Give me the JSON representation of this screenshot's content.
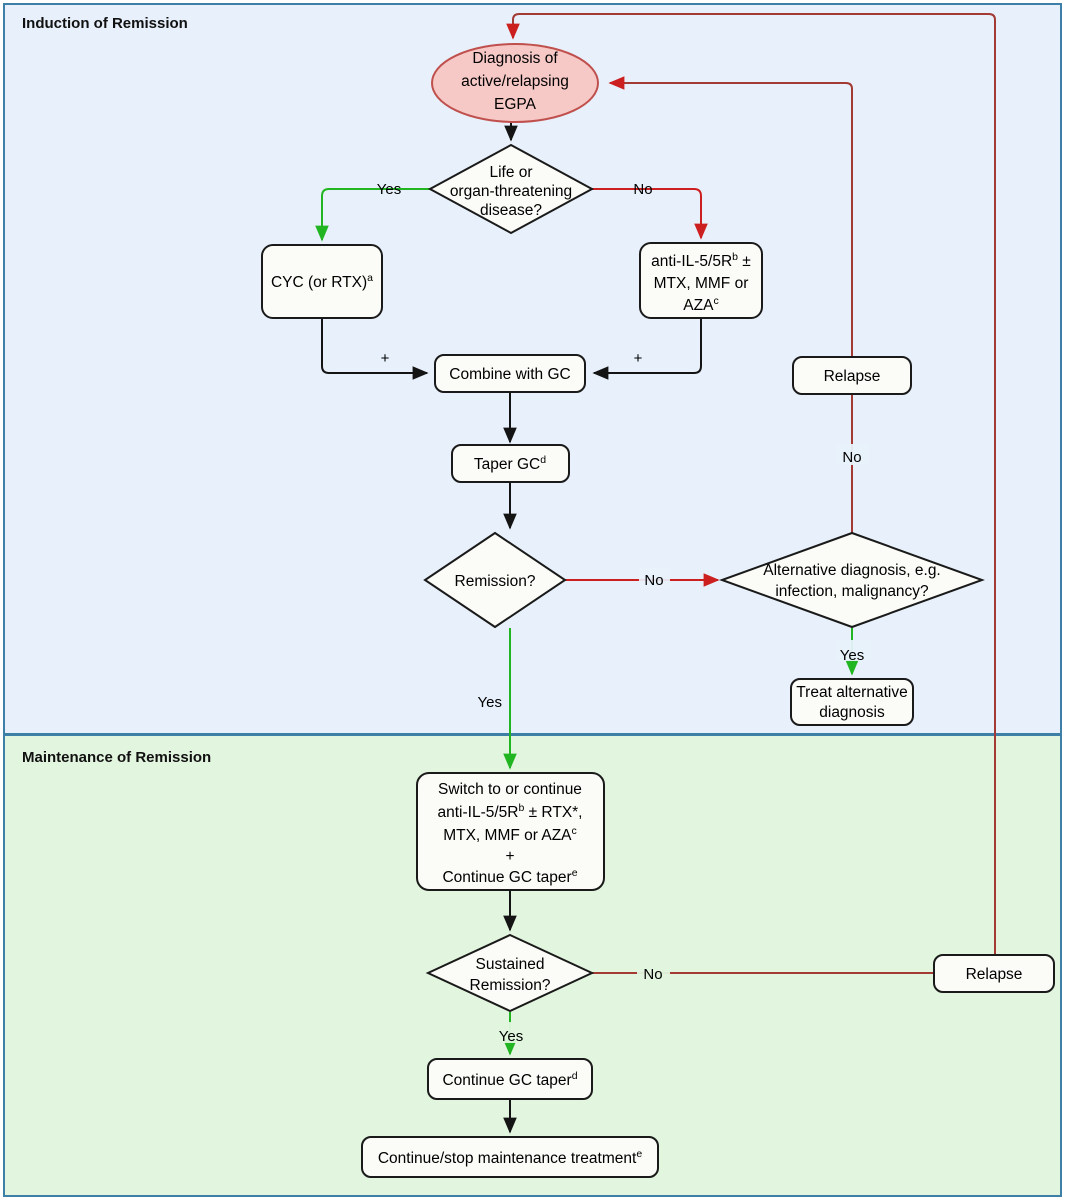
{
  "figure": {
    "title_induction": "Induction of Remission",
    "title_maintenance": "Maintenance of Remission",
    "colors": {
      "induction_panel": "#e8f1fb",
      "maintenance_panel": "#e2f5de",
      "panel_border": "#3d7fa6",
      "start_fill": "#f6c9c6",
      "start_stroke": "#c0504d",
      "node_fill": "#fbfbf7",
      "node_stroke": "#1a1a1a",
      "yes_edge": "#22b522",
      "no_edge": "#a33a33",
      "no_edge_bright": "#cc1f1f",
      "plain_edge": "#141414"
    }
  },
  "nodes": {
    "start": {
      "line1": "Diagnosis of",
      "line2": "active/relapsing",
      "line3": "EGPA"
    },
    "life_threat": {
      "line1": "Life or",
      "line2": "organ-threatening",
      "line3": "disease?"
    },
    "cyc": {
      "text": "CYC (or RTX)",
      "sup": "a"
    },
    "anti_il5_induction": {
      "line1": "anti-IL-5/5R",
      "sup1": "b",
      "line1b": " ±",
      "line2": "MTX, MMF or",
      "line3": "AZA",
      "sup3": "c"
    },
    "combine_gc": {
      "text": "Combine with GC"
    },
    "taper_gc": {
      "text": "Taper GC",
      "sup": "d"
    },
    "relapse_top": {
      "text": "Relapse"
    },
    "remission": {
      "text": "Remission?"
    },
    "alt_diagnosis": {
      "line1": "Alternative diagnosis, e.g.",
      "line2": "infection, malignancy?"
    },
    "treat_alt": {
      "line1": "Treat alternative",
      "line2": "diagnosis"
    },
    "maintenance_switch": {
      "line1": "Switch to or continue",
      "line2": "anti-IL-5/5R",
      "sup2": "b",
      "line2b": " ± RTX*,",
      "line3": "MTX, MMF or AZA",
      "sup3": "c",
      "line4": "+",
      "line5": "Continue GC taper",
      "sup5": "e"
    },
    "sustained_remission": {
      "line1": "Sustained",
      "line2": "Remission?"
    },
    "relapse_bottom": {
      "text": "Relapse"
    },
    "continue_taper": {
      "text": "Continue GC taper",
      "sup": "d"
    },
    "continue_stop": {
      "text": "Continue/stop maintenance treatment",
      "sup": "e"
    }
  },
  "edge_labels": {
    "yes_life": "Yes",
    "no_life": "No",
    "plus_left": "+",
    "plus_right": "+",
    "no_relapse_top": "No",
    "no_remission": "No",
    "yes_remission": "Yes",
    "yes_alt": "Yes",
    "no_sustained": "No",
    "yes_sustained": "Yes"
  }
}
